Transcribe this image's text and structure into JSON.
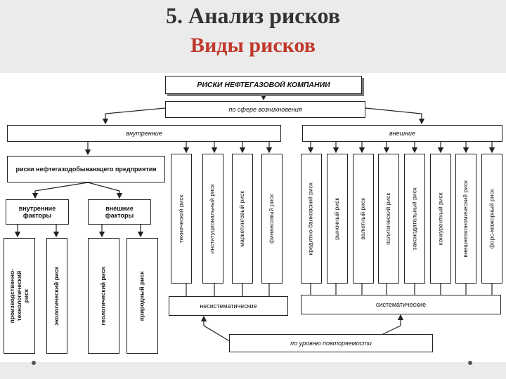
{
  "title": "5. Анализ рисков",
  "subtitle": "Виды рисков",
  "diagram": {
    "root": "РИСКИ НЕФТЕГАЗОВОЙ КОМПАНИИ",
    "by_origin": "по сфере возникновения",
    "internal": "внутренние",
    "external": "внешние",
    "oil_gas_risks": "риски нефтегазодобывающего предприятия",
    "internal_factors": "внутренние факторы",
    "external_factors": "внешние факторы",
    "internal_factor_risks": [
      "производственно-технологический риск",
      "экологический риск"
    ],
    "external_factor_risks": [
      "геологический риск",
      "природный риск"
    ],
    "internal_risks": [
      "технический риск",
      "институциональный риск",
      "маркетинговый риск",
      "финансовый риск"
    ],
    "external_risks": [
      "кредитно-банковский риск",
      "рыночный риск",
      "валютный риск",
      "политический риск",
      "законодательный риск",
      "конкурентный риск",
      "внешнеэкономический риск",
      "форс-мажорный риск"
    ],
    "unsystematic": "несистематические",
    "systematic": "систематические",
    "by_repeatability": "по уровню повторяемости"
  }
}
